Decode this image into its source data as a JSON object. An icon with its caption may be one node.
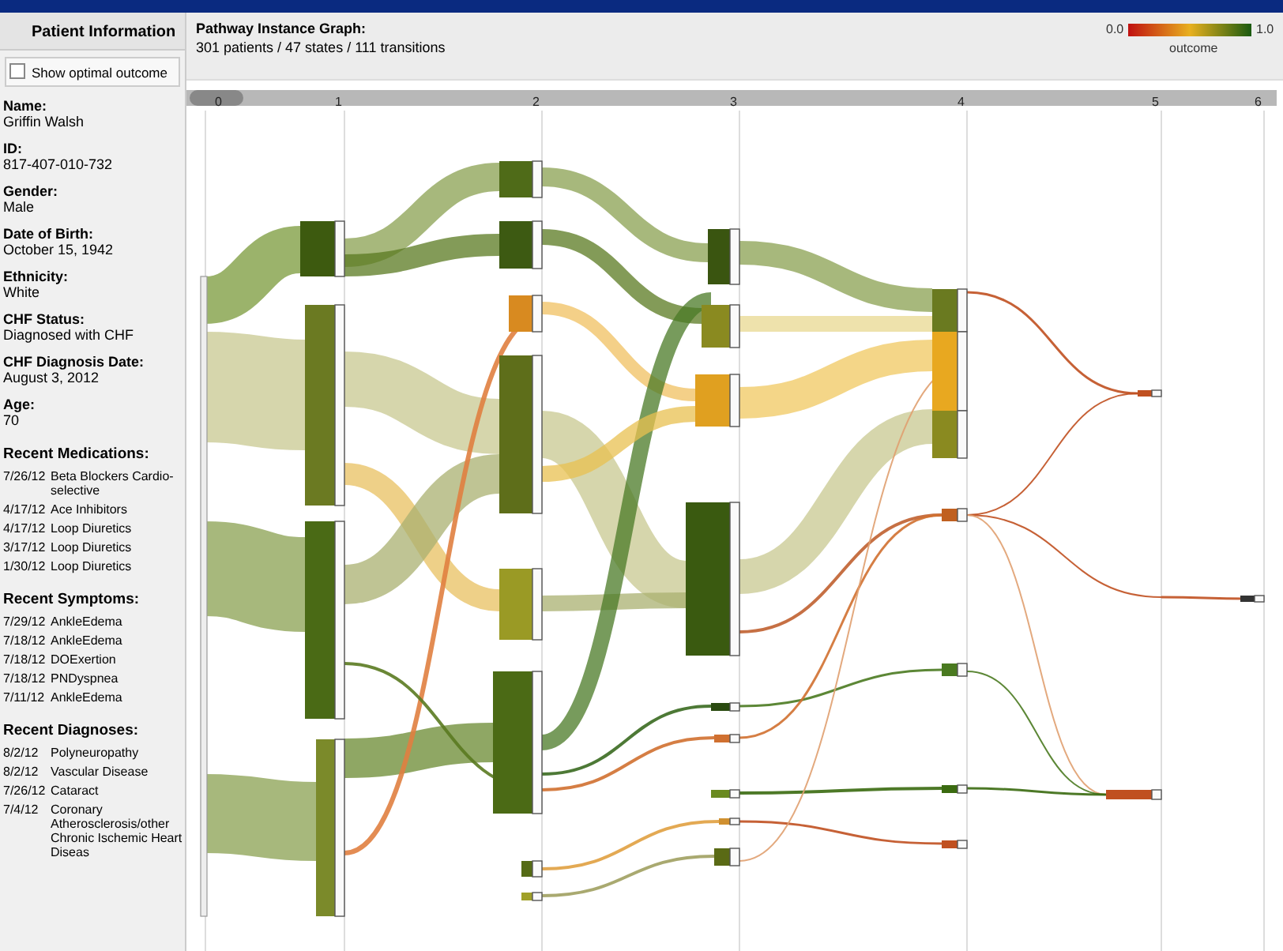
{
  "diagram": {
    "nodes": [
      {
        "text": [
          "Patient Information"
        ]
      },
      {
        "text": [
          "Pathway Instance Graph:",
          "301 patients / 47 states / 111 transitions"
        ]
      }
    ],
    "labels": [
      "Show optimal outcome",
      "Name:",
      "Griffin Walsh",
      "ID:",
      "817-407-010-732",
      "Gender:",
      "Male",
      "Date of Birth:",
      "October 15, 1942",
      "Ethnicity:",
      "White",
      "CHF Status:",
      "Diagnosed with CHF",
      "CHF Diagnosis Date:",
      "August 3, 2012",
      "Age:",
      "70",
      "Recent Medications:",
      "7/26/12",
      "Beta Blockers Cardio-selective",
      "4/17/12",
      "Ace Inhibitors",
      "4/17/12",
      "Loop Diuretics",
      "3/17/12",
      "Loop Diuretics",
      "1/30/12",
      "Loop Diuretics",
      "Recent Symptoms:",
      "7/29/12",
      "AnkleEdema",
      "7/18/12",
      "AnkleEdema",
      "7/18/12",
      "DOExertion",
      "7/18/12",
      "PNDyspnea",
      "7/11/12",
      "AnkleEdema",
      "Recent Diagnoses:",
      "8/2/12",
      "Polyneuropathy",
      "8/2/12",
      "Vascular Disease",
      "7/26/12",
      "Cataract",
      "7/4/12",
      "Coronary Atherosclerosis/other Chronic Ischemic Heart Diseas",
      "0",
      "1",
      "2",
      "3",
      "4",
      "5",
      "6",
      "0.0",
      "1.0",
      "outcome"
    ]
  }
}
